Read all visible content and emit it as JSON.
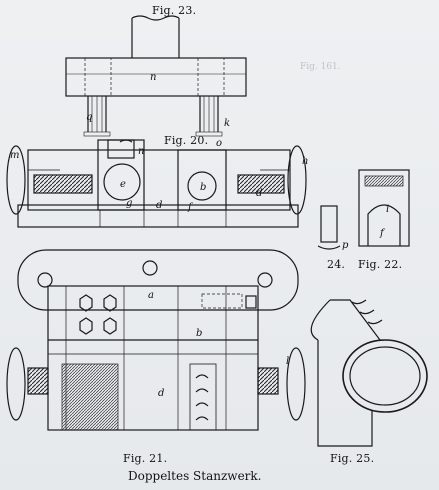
{
  "document": {
    "caption": "Doppeltes Stanzwerk.",
    "figures": {
      "fig23": "Fig. 23.",
      "fig20": "Fig. 20.",
      "fig24": "24.",
      "fig22": "Fig. 22.",
      "fig21": "Fig. 21.",
      "fig25": "Fig. 25."
    },
    "part_labels": {
      "a": "a",
      "b": "b",
      "d": "d",
      "e": "e",
      "f": "f",
      "g": "g",
      "h": "h",
      "i": "i",
      "k": "k",
      "m": "m",
      "n": "n",
      "o": "o",
      "p": "p",
      "q": "q",
      "l": "l"
    }
  }
}
